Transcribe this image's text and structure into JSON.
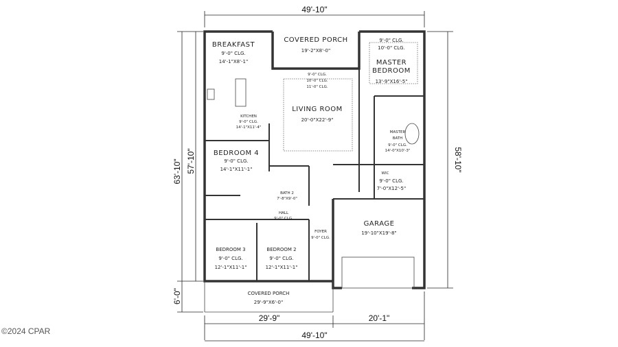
{
  "dimensions": {
    "top_width": "49'-10\"",
    "bottom_width": "49'-10\"",
    "left_overall": "63'-10\"",
    "left_main": "57'-10\"",
    "left_porch": "6'-0\"",
    "right_depth": "58'-10\"",
    "bottom_left": "29'-9\"",
    "bottom_right": "20'-1\""
  },
  "rooms": {
    "breakfast": {
      "name": "BREAKFAST",
      "ceiling": "9'-0\" CLG.",
      "size": "14'-1\"X8'-1\""
    },
    "covered_porch_rear": {
      "name": "COVERED PORCH",
      "size": "19'-2\"X8'-0\""
    },
    "master_bedroom": {
      "ceiling1": "9'-0\" CLG.",
      "ceiling2": "10'-0\" CLG.",
      "name1": "MASTER",
      "name2": "BEDROOM",
      "size": "13'-9\"X16'-5\""
    },
    "living_room": {
      "ceiling1": "9'-0\" CLG.",
      "ceiling2": "10'-0\" CLG.",
      "ceiling3": "11'-0\" CLG.",
      "name": "LIVING ROOM",
      "size": "20'-0\"X22'-9\""
    },
    "kitchen": {
      "name": "KITCHEN",
      "ceiling": "9'-0\" CLG.",
      "size": "14'-1\"X11'-4\""
    },
    "master_bath": {
      "name1": "MASTER",
      "name2": "BATH",
      "ceiling": "9'-0\" CLG.",
      "size": "14'-0\"X10'-3\""
    },
    "bedroom4": {
      "name": "BEDROOM 4",
      "ceiling": "9'-0\" CLG.",
      "size": "14'-1\"X11'-1\""
    },
    "bath2": {
      "name": "BATH 2",
      "size": "7'-8\"X9'-0\""
    },
    "wic": {
      "name": "WIC",
      "ceiling": "9'-0\" CLG.",
      "size": "7'-0\"X12'-5\""
    },
    "hall": {
      "name": "HALL",
      "ceiling": "9'-0\" CLG."
    },
    "garage": {
      "name": "GARAGE",
      "size": "19'-10\"X19'-8\""
    },
    "foyer": {
      "name": "FOYER",
      "ceiling": "9'-0\" CLG."
    },
    "bedroom3": {
      "name": "BEDROOM 3",
      "ceiling": "9'-0\" CLG.",
      "size": "12'-1\"X11'-1\""
    },
    "bedroom2": {
      "name": "BEDROOM 2",
      "ceiling": "9'-0\" CLG.",
      "size": "12'-1\"X11'-1\""
    },
    "covered_porch_front": {
      "name": "COVERED PORCH",
      "size": "29'-9\"X6'-0\""
    }
  },
  "watermark": "©2024 CPAR"
}
